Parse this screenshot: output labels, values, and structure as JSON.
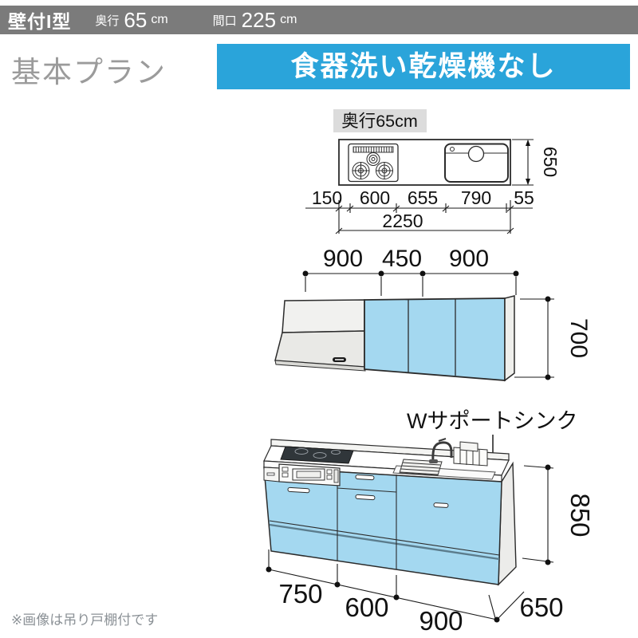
{
  "header": {
    "type": "壁付I型",
    "depth_label": "奥行",
    "depth_value": "65",
    "depth_unit": "cm",
    "width_label": "間口",
    "width_value": "225",
    "width_unit": "cm"
  },
  "plan": {
    "title": "基本プラン"
  },
  "banner": {
    "label": "食器洗い乾燥機なし"
  },
  "top_view": {
    "depth_tag": "奥行65cm",
    "segments": [
      "150",
      "600",
      "655",
      "790",
      "55"
    ],
    "total": "2250",
    "depth": "650"
  },
  "wall_units": {
    "segments": [
      "900",
      "450",
      "900"
    ],
    "height": "700"
  },
  "base_unit": {
    "sink_label": "Wサポートシンク",
    "segments": [
      "750",
      "600",
      "900"
    ],
    "depth": "650",
    "height": "850"
  },
  "footnote": "※画像は吊り戸棚付です",
  "colors": {
    "header_gray": "#7b7b7b",
    "banner_blue": "#2aa4da",
    "cabinet_blue": "#a4d8f0",
    "title_gray": "#9b9b9b"
  }
}
